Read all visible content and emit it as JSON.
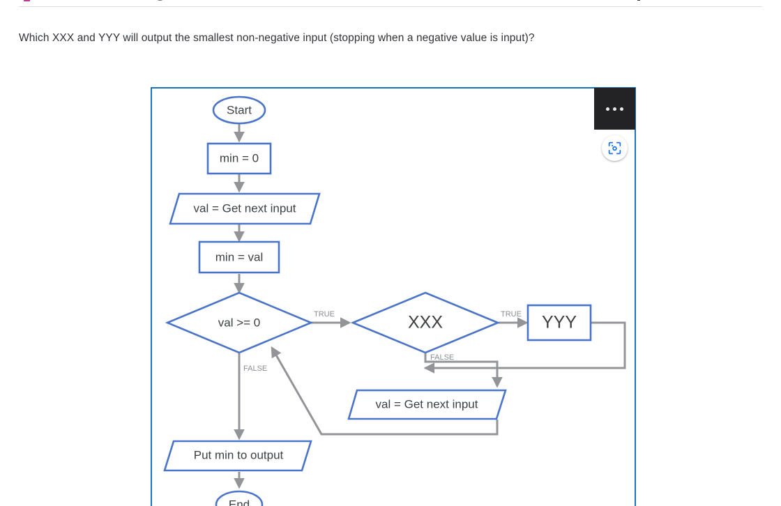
{
  "question": {
    "text": "Which XXX and YYY will output the smallest non-negative input (stopping when a negative value is input)?"
  },
  "overlay": {
    "menu_name": "more-options",
    "menu_glyph": "•••",
    "lens_name": "google-lens-search"
  },
  "colors": {
    "shape_border": "#4a74c9",
    "card_border": "#1a73c0",
    "connector": "#929497",
    "node_text": "#3c4043",
    "edge_label": "#8a8d91",
    "menu_background": "#232325",
    "lens_accent": "#1a73e8"
  },
  "flowchart": {
    "nodes": [
      {
        "id": "start",
        "shape": "terminator",
        "label": "Start"
      },
      {
        "id": "min0",
        "shape": "process",
        "label": "min = 0"
      },
      {
        "id": "input1",
        "shape": "parallelogram",
        "label": "val = Get next input"
      },
      {
        "id": "minval",
        "shape": "process",
        "label": "min = val"
      },
      {
        "id": "cond_valge",
        "shape": "decision",
        "label": "val >= 0"
      },
      {
        "id": "cond_xxx",
        "shape": "decision",
        "label": "XXX"
      },
      {
        "id": "yyy",
        "shape": "process",
        "label": "YYY"
      },
      {
        "id": "input2",
        "shape": "parallelogram",
        "label": "val = Get next input"
      },
      {
        "id": "output",
        "shape": "parallelogram",
        "label": "Put min to output"
      },
      {
        "id": "end",
        "shape": "terminator",
        "label": "End"
      }
    ],
    "edges": [
      {
        "from": "start",
        "to": "min0",
        "label": ""
      },
      {
        "from": "min0",
        "to": "input1",
        "label": ""
      },
      {
        "from": "input1",
        "to": "minval",
        "label": ""
      },
      {
        "from": "minval",
        "to": "cond_valge",
        "label": ""
      },
      {
        "from": "cond_valge",
        "to": "cond_xxx",
        "label": "TRUE"
      },
      {
        "from": "cond_valge",
        "to": "output",
        "label": "FALSE"
      },
      {
        "from": "cond_xxx",
        "to": "yyy",
        "label": "TRUE"
      },
      {
        "from": "cond_xxx",
        "to": "input2",
        "label": "FALSE"
      },
      {
        "from": "yyy",
        "to": "input2",
        "label": ""
      },
      {
        "from": "input2",
        "to": "cond_valge",
        "label": ""
      },
      {
        "from": "output",
        "to": "end",
        "label": ""
      }
    ],
    "edge_labels": {
      "true_1": "TRUE",
      "false_1": "FALSE",
      "true_2": "TRUE",
      "false_2": "FALSE"
    }
  }
}
